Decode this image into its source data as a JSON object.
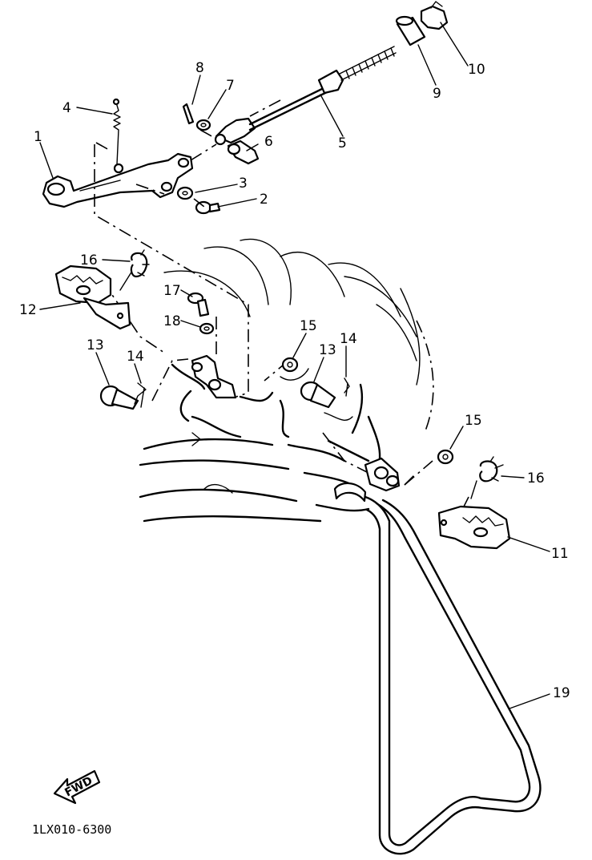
{
  "diagram": {
    "drawing_code": "1LX010-6300",
    "fwd_label": "FWD",
    "callouts": [
      "1",
      "2",
      "3",
      "4",
      "5",
      "6",
      "7",
      "8",
      "9",
      "10",
      "11",
      "12",
      "13",
      "13",
      "14",
      "14",
      "15",
      "15",
      "16",
      "16",
      "17",
      "18",
      "19"
    ]
  }
}
